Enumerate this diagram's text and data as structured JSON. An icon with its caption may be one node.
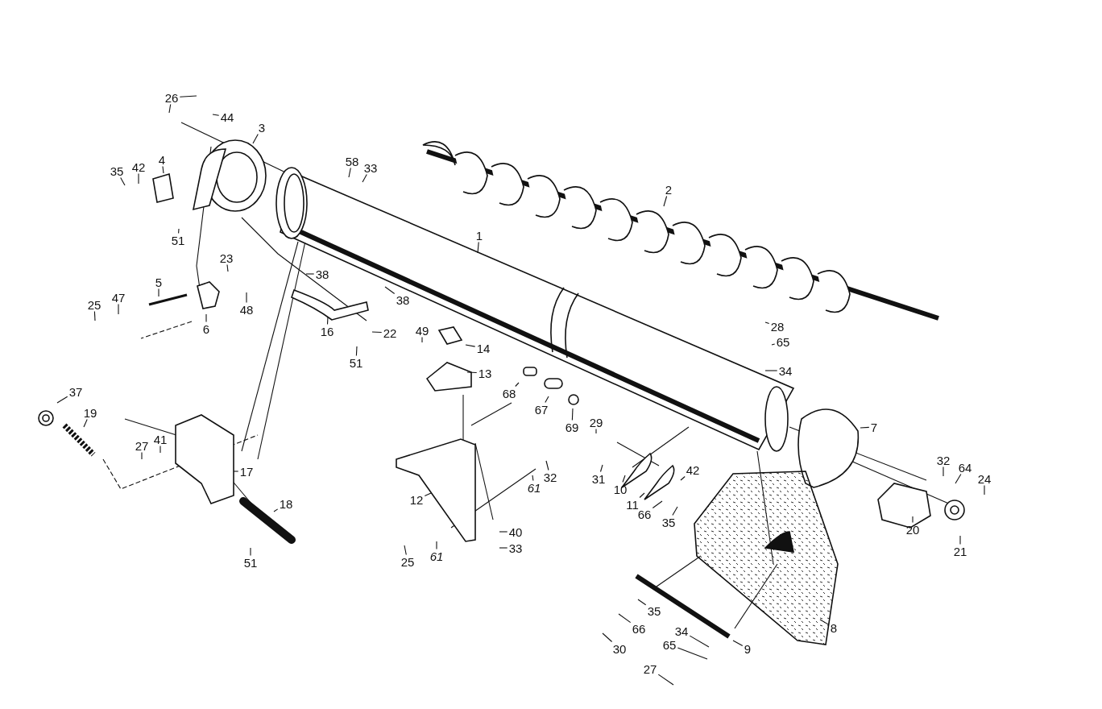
{
  "diagram": {
    "nodes": [
      {
        "text": [
          "26"
        ]
      },
      {
        "text": [
          "44"
        ]
      },
      {
        "text": [
          "3"
        ]
      },
      {
        "text": [
          "58"
        ]
      },
      {
        "text": [
          "33"
        ]
      },
      {
        "text": [
          "35"
        ]
      },
      {
        "text": [
          "42"
        ]
      },
      {
        "text": [
          "4"
        ]
      },
      {
        "text": [
          "2"
        ]
      },
      {
        "text": [
          "51"
        ]
      },
      {
        "text": [
          "1"
        ]
      },
      {
        "text": [
          "23"
        ]
      },
      {
        "text": [
          "38"
        ]
      },
      {
        "text": [
          "5"
        ]
      },
      {
        "text": [
          "47"
        ]
      },
      {
        "text": [
          "25"
        ]
      },
      {
        "text": [
          "48"
        ]
      },
      {
        "text": [
          "38"
        ]
      },
      {
        "text": [
          "6"
        ]
      },
      {
        "text": [
          "16"
        ]
      },
      {
        "text": [
          "22"
        ]
      },
      {
        "text": [
          "49"
        ]
      },
      {
        "text": [
          "28"
        ]
      },
      {
        "text": [
          "14"
        ]
      },
      {
        "text": [
          "65"
        ]
      },
      {
        "text": [
          "51"
        ]
      },
      {
        "text": [
          "34"
        ]
      },
      {
        "text": [
          "13"
        ]
      },
      {
        "text": [
          "68"
        ]
      },
      {
        "text": [
          "37"
        ]
      },
      {
        "text": [
          "67"
        ]
      },
      {
        "text": [
          "19"
        ]
      },
      {
        "text": [
          "69"
        ]
      },
      {
        "text": [
          "29"
        ]
      },
      {
        "text": [
          "7"
        ]
      },
      {
        "text": [
          "41"
        ]
      },
      {
        "text": [
          "27"
        ]
      },
      {
        "text": [
          "32"
        ]
      },
      {
        "text": [
          "64"
        ]
      },
      {
        "text": [
          "42"
        ]
      },
      {
        "text": [
          "17"
        ]
      },
      {
        "text": [
          "32"
        ]
      },
      {
        "text": [
          "24"
        ]
      },
      {
        "text": [
          "31"
        ]
      },
      {
        "text": [
          "61"
        ]
      },
      {
        "text": [
          "10"
        ]
      },
      {
        "text": [
          "12"
        ]
      },
      {
        "text": [
          "11"
        ]
      },
      {
        "text": [
          "18"
        ]
      },
      {
        "text": [
          "66"
        ]
      },
      {
        "text": [
          "35"
        ]
      },
      {
        "text": [
          "20"
        ]
      },
      {
        "text": [
          "40"
        ]
      },
      {
        "text": [
          "33"
        ]
      },
      {
        "text": [
          "21"
        ]
      },
      {
        "text": [
          "61"
        ]
      },
      {
        "text": [
          "25"
        ]
      },
      {
        "text": [
          "51"
        ]
      },
      {
        "text": [
          "35"
        ]
      },
      {
        "text": [
          "66"
        ]
      },
      {
        "text": [
          "8"
        ]
      },
      {
        "text": [
          "34"
        ]
      },
      {
        "text": [
          "65"
        ]
      },
      {
        "text": [
          "30"
        ]
      },
      {
        "text": [
          "9"
        ]
      },
      {
        "text": [
          "27"
        ]
      }
    ],
    "edges": [
      {
        "from": 0,
        "to": null,
        "arrow": "none"
      },
      {
        "from": 0,
        "to": null,
        "arrow": "none"
      },
      {
        "from": 1,
        "to": null,
        "arrow": "none"
      },
      {
        "from": 2,
        "to": null,
        "arrow": "none"
      },
      {
        "from": 3,
        "to": null,
        "arrow": "none"
      },
      {
        "from": 4,
        "to": null,
        "arrow": "none"
      },
      {
        "from": 5,
        "to": null,
        "arrow": "none"
      },
      {
        "from": 6,
        "to": null,
        "arrow": "none"
      },
      {
        "from": 7,
        "to": null,
        "arrow": "none"
      },
      {
        "from": 8,
        "to": null,
        "arrow": "none"
      },
      {
        "from": 9,
        "to": null,
        "arrow": "none"
      },
      {
        "from": 10,
        "to": null,
        "arrow": "none"
      },
      {
        "from": 11,
        "to": null,
        "arrow": "none"
      },
      {
        "from": 12,
        "to": null,
        "arrow": "none"
      },
      {
        "from": 13,
        "to": null,
        "arrow": "none"
      },
      {
        "from": 14,
        "to": null,
        "arrow": "none"
      },
      {
        "from": 15,
        "to": null,
        "arrow": "none"
      },
      {
        "from": 16,
        "to": null,
        "arrow": "none"
      },
      {
        "from": 17,
        "to": null,
        "arrow": "none"
      },
      {
        "from": 18,
        "to": null,
        "arrow": "none"
      },
      {
        "from": 19,
        "to": null,
        "arrow": "none"
      },
      {
        "from": 20,
        "to": null,
        "arrow": "none"
      },
      {
        "from": 21,
        "to": null,
        "arrow": "none"
      },
      {
        "from": 22,
        "to": null,
        "arrow": "none"
      },
      {
        "from": 23,
        "to": null,
        "arrow": "none"
      },
      {
        "from": 24,
        "to": null,
        "arrow": "none"
      },
      {
        "from": 25,
        "to": null,
        "arrow": "none"
      },
      {
        "from": 26,
        "to": null,
        "arrow": "none"
      },
      {
        "from": 27,
        "to": null,
        "arrow": "none"
      },
      {
        "from": 28,
        "to": null,
        "arrow": "none"
      },
      {
        "from": 29,
        "to": null,
        "arrow": "none"
      },
      {
        "from": 30,
        "to": null,
        "arrow": "none"
      },
      {
        "from": 31,
        "to": null,
        "arrow": "none"
      },
      {
        "from": 32,
        "to": null,
        "arrow": "none"
      },
      {
        "from": 33,
        "to": null,
        "arrow": "none"
      },
      {
        "from": 34,
        "to": null,
        "arrow": "none"
      },
      {
        "from": 35,
        "to": null,
        "arrow": "none"
      },
      {
        "from": 36,
        "to": null,
        "arrow": "none"
      },
      {
        "from": 37,
        "to": null,
        "arrow": "none"
      },
      {
        "from": 38,
        "to": null,
        "arrow": "none"
      },
      {
        "from": 39,
        "to": null,
        "arrow": "none"
      },
      {
        "from": 40,
        "to": null,
        "arrow": "none"
      },
      {
        "from": 41,
        "to": null,
        "arrow": "none"
      },
      {
        "from": 42,
        "to": null,
        "arrow": "none"
      },
      {
        "from": 43,
        "to": null,
        "arrow": "none"
      },
      {
        "from": 44,
        "to": null,
        "arrow": "none"
      },
      {
        "from": 45,
        "to": null,
        "arrow": "none"
      },
      {
        "from": 46,
        "to": null,
        "arrow": "none"
      },
      {
        "from": 47,
        "to": null,
        "arrow": "none"
      },
      {
        "from": 48,
        "to": null,
        "arrow": "none"
      },
      {
        "from": 49,
        "to": null,
        "arrow": "none"
      },
      {
        "from": 50,
        "to": null,
        "arrow": "none"
      },
      {
        "from": 51,
        "to": null,
        "arrow": "none"
      },
      {
        "from": 52,
        "to": null,
        "arrow": "none"
      },
      {
        "from": 53,
        "to": null,
        "arrow": "none"
      },
      {
        "from": 54,
        "to": null,
        "arrow": "none"
      },
      {
        "from": 55,
        "to": null,
        "arrow": "none"
      },
      {
        "from": 56,
        "to": null,
        "arrow": "none"
      },
      {
        "from": 57,
        "to": null,
        "arrow": "none"
      },
      {
        "from": 58,
        "to": null,
        "arrow": "none"
      },
      {
        "from": 59,
        "to": null,
        "arrow": "none"
      },
      {
        "from": 60,
        "to": null,
        "arrow": "none"
      },
      {
        "from": 61,
        "to": null,
        "arrow": "none"
      },
      {
        "from": 62,
        "to": null,
        "arrow": "none"
      },
      {
        "from": 63,
        "to": null,
        "arrow": "none"
      },
      {
        "from": 64,
        "to": null,
        "arrow": "none"
      },
      {
        "from": 65,
        "to": null,
        "arrow": "none"
      }
    ]
  }
}
